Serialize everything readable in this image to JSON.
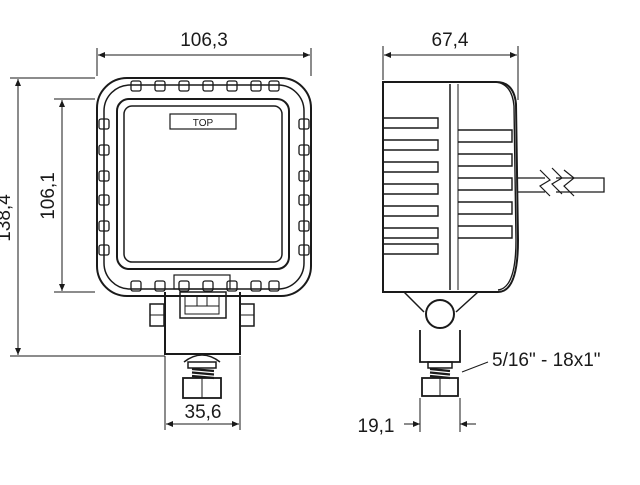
{
  "dimensions": {
    "front_width": "106,3",
    "front_inner_height": "106,1",
    "total_height": "138,4",
    "bracket_width": "35,6",
    "side_depth": "67,4",
    "bolt_offset": "19,1"
  },
  "labels": {
    "top_mark": "TOP",
    "thread_spec": "5/16\" - 18x1\""
  },
  "colors": {
    "line": "#1a1a1a",
    "lens_fill": "#ffffff"
  }
}
